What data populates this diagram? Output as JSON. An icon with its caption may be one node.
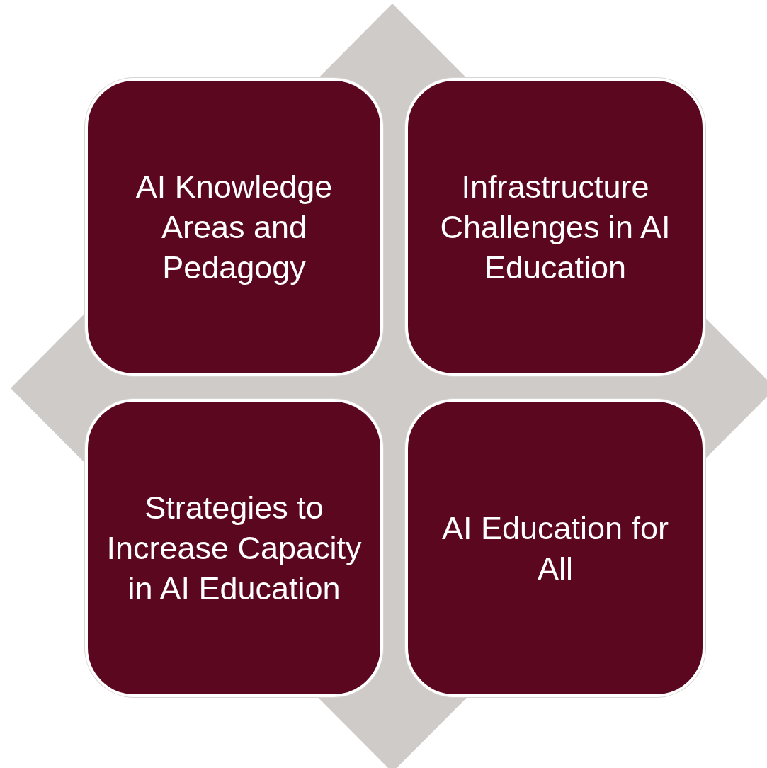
{
  "diagram": {
    "nodes": [
      {
        "text": [
          "AI Knowledge Areas and Pedagogy"
        ]
      },
      {
        "text": [
          "Infrastructure Challenges in AI Education"
        ]
      },
      {
        "text": [
          "Strategies to Increase Capacity in AI Education"
        ]
      },
      {
        "text": [
          "AI Education for All"
        ]
      }
    ]
  }
}
